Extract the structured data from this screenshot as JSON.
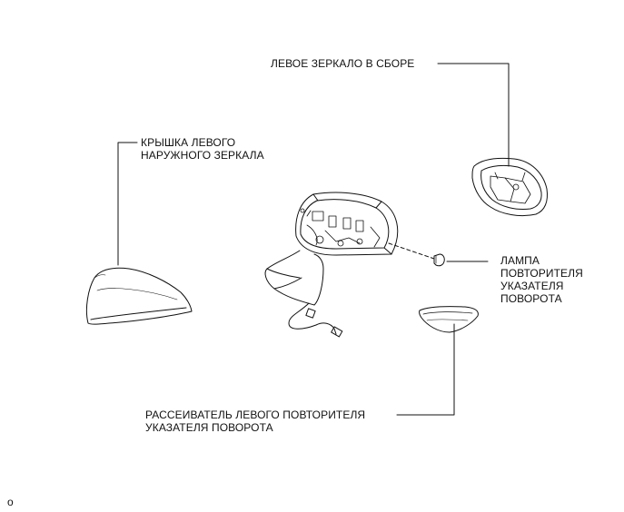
{
  "labels": {
    "mirror_assembly": [
      "ЛЕВОЕ ЗЕРКАЛО В СБОРЕ"
    ],
    "mirror_cover": [
      "КРЫШКА ЛЕВОГО",
      "НАРУЖНОГО ЗЕРКАЛА"
    ],
    "turn_lamp": [
      "ЛАМПА",
      "ПОВТОРИТЕЛЯ",
      "УКАЗАТЕЛЯ",
      "ПОВОРОТА"
    ],
    "turn_lens": [
      "РАССЕИВАТЕЛЬ ЛЕВОГО ПОВТОРИТЕЛЯ",
      "УКАЗАТЕЛЯ ПОВОРОТА"
    ]
  },
  "corner_mark": "o",
  "colors": {
    "line": "#111111",
    "background": "#ffffff"
  }
}
